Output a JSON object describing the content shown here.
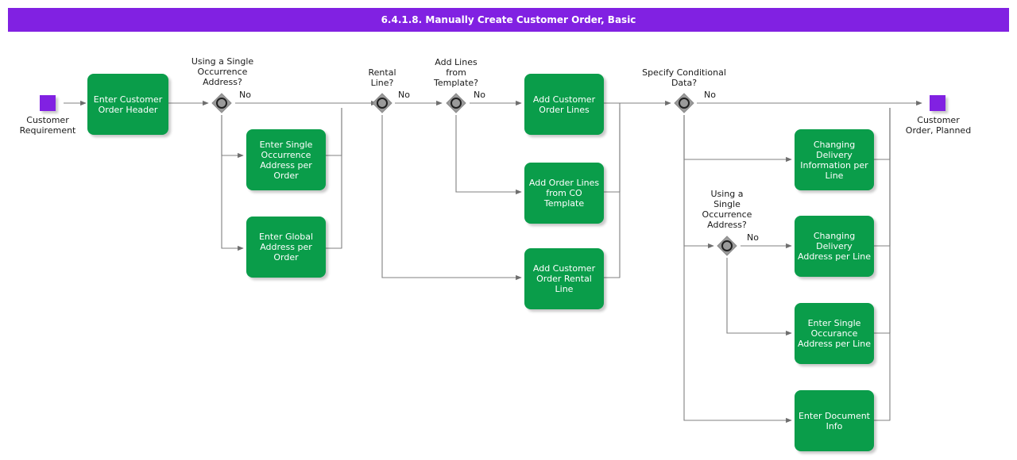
{
  "title": "6.4.1.8. Manually Create Customer Order, Basic",
  "colors": {
    "title_bar": "#8121E2",
    "task_fill": "#0A9D4A",
    "task_text": "#FFFFFF",
    "event_fill": "#8121E2",
    "gateway_fill": "#9A9A9A",
    "edge_stroke": "#808080",
    "label_text": "#1A1A1A"
  },
  "events": {
    "start": {
      "label": "Customer\nRequirement"
    },
    "end": {
      "label": "Customer\nOrder, Planned"
    }
  },
  "gateways": [
    {
      "id": "gw-single-occurrence-address-order",
      "label": "Using a Single\nOccurrence\nAddress?",
      "branch_label": "No"
    },
    {
      "id": "gw-rental-line",
      "label": "Rental\nLine?",
      "branch_label": "No"
    },
    {
      "id": "gw-add-lines-from-template",
      "label": "Add Lines\nfrom\nTemplate?",
      "branch_label": "No"
    },
    {
      "id": "gw-specify-conditional-data",
      "label": "Specify Conditional\nData?",
      "branch_label": "No"
    },
    {
      "id": "gw-single-occurrence-address-line",
      "label": "Using a\nSingle\nOccurrence\nAddress?",
      "branch_label": "No"
    }
  ],
  "tasks": [
    {
      "id": "task-enter-customer-order-header",
      "label": "Enter Customer\nOrder Header"
    },
    {
      "id": "task-enter-single-occurrence-address-per-order",
      "label": "Enter Single\nOccurrence\nAddress per\nOrder"
    },
    {
      "id": "task-enter-global-address-per-order",
      "label": "Enter Global\nAddress per\nOrder"
    },
    {
      "id": "task-add-customer-order-lines",
      "label": "Add Customer\nOrder Lines"
    },
    {
      "id": "task-add-order-lines-from-co-template",
      "label": "Add Order Lines\nfrom CO\nTemplate"
    },
    {
      "id": "task-add-customer-order-rental-line",
      "label": "Add Customer\nOrder Rental\nLine"
    },
    {
      "id": "task-changing-delivery-information-per-line",
      "label": "Changing\nDelivery\nInformation per\nLine"
    },
    {
      "id": "task-changing-delivery-address-per-line",
      "label": "Changing\nDelivery\nAddress per Line"
    },
    {
      "id": "task-enter-single-occurance-address-per-line",
      "label": "Enter Single\nOccurance\nAddress per Line"
    },
    {
      "id": "task-enter-document-info",
      "label": "Enter Document\nInfo"
    }
  ]
}
